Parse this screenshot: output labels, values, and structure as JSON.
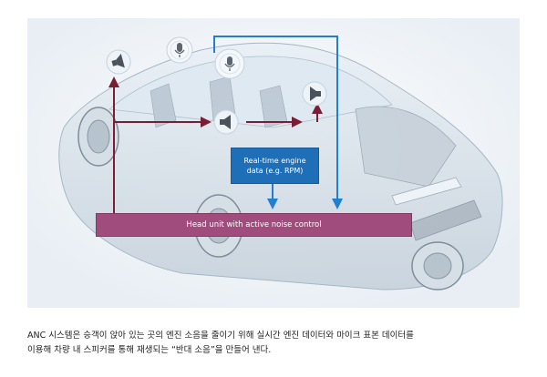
{
  "diagram": {
    "engine_box": {
      "line1": "Real-time engine",
      "line2": "data (e.g. RPM)"
    },
    "head_unit_label": "Head unit with active noise control",
    "colors": {
      "anc_arrow": "#7a1e35",
      "engine_arrow": "#1f7fd1",
      "head_unit_fill": "#a04c7c",
      "engine_box_fill": "#1f6fb8"
    },
    "icons": [
      "speaker-icon",
      "microphone-icon",
      "car-illustration"
    ]
  },
  "caption": {
    "line1": "ANC 시스템은 승객이 앉아 있는 곳의 엔진 소음을 줄이기 위해 실시간 엔진 데이터와 마이크 표본 데이터를",
    "line2": "이용해 차량 내 스피커를 통해 재생되는 “반대 소음”을 만들어 낸다."
  }
}
